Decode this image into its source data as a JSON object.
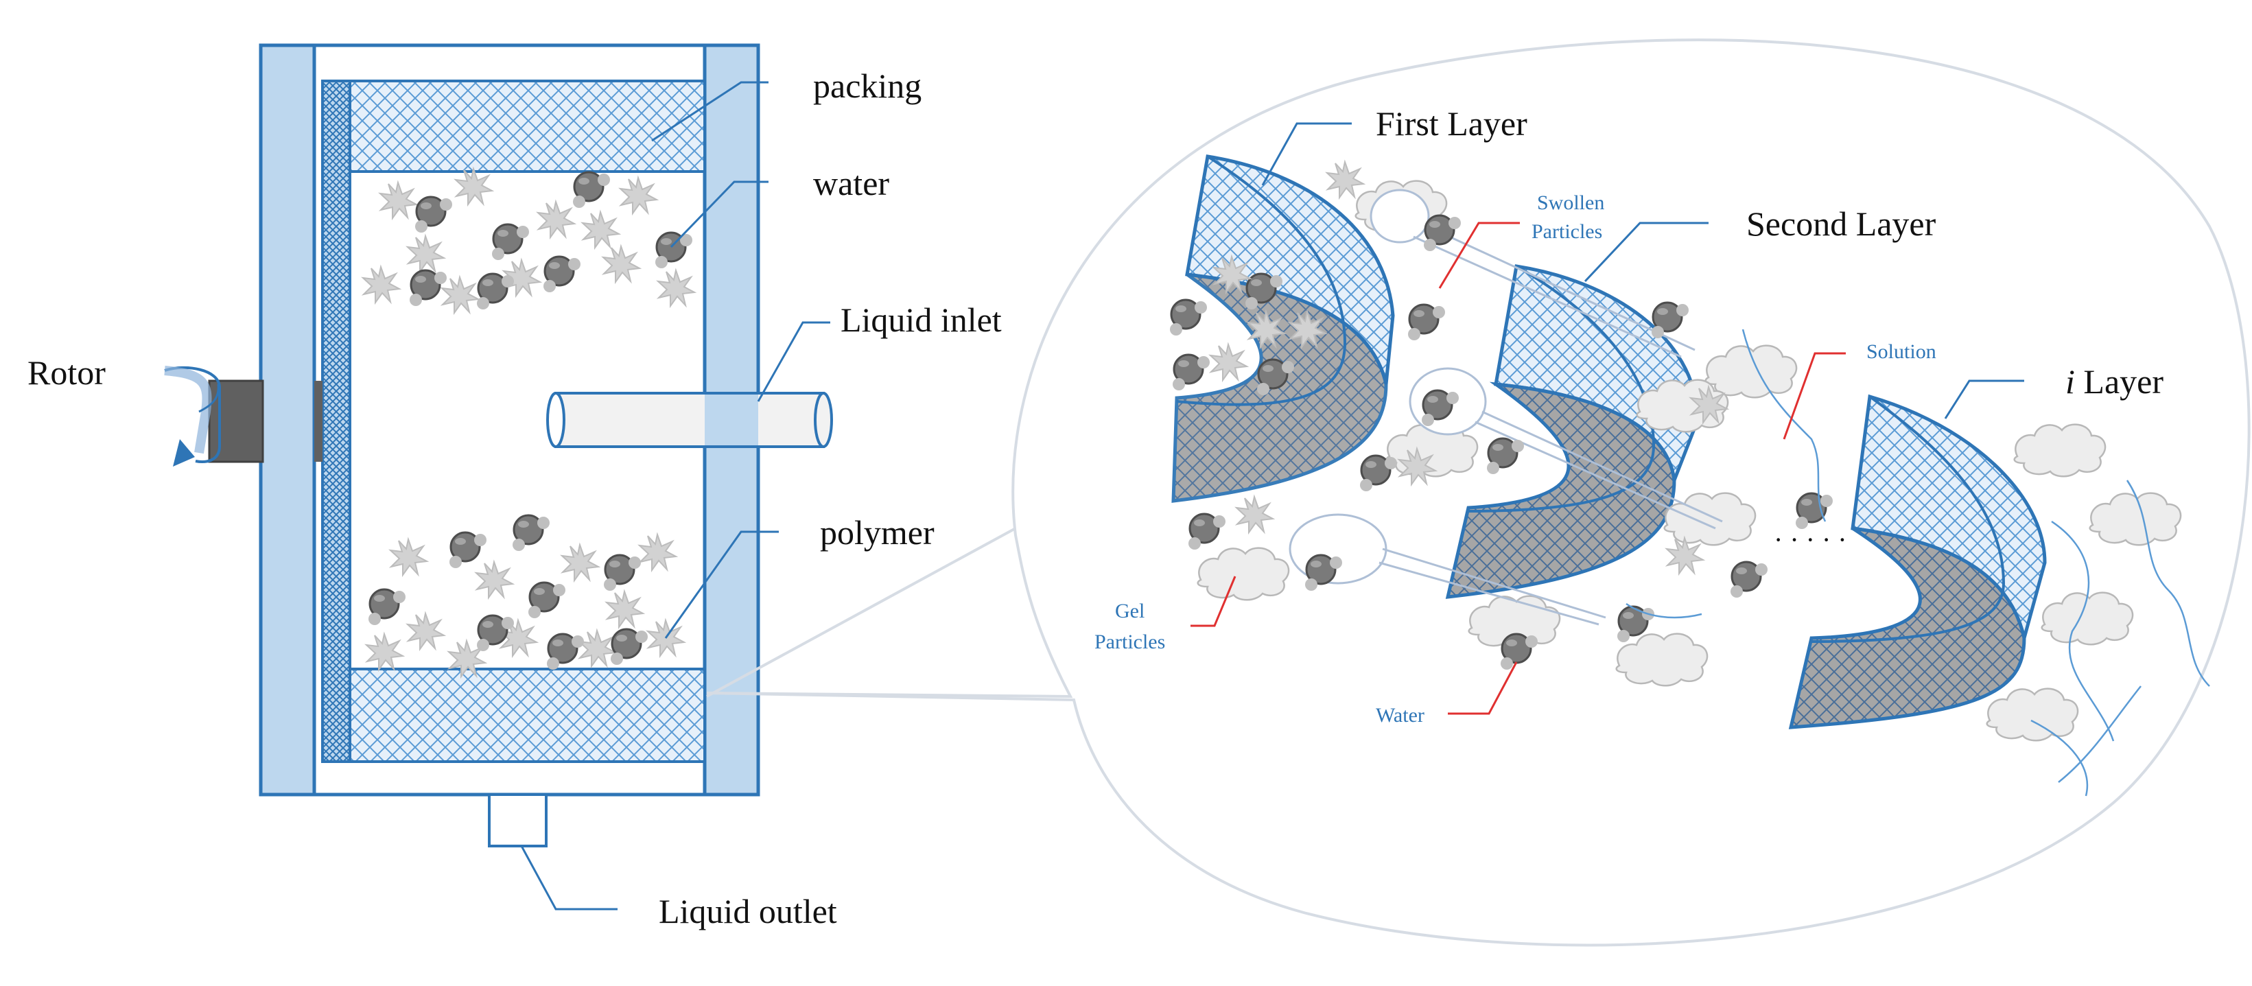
{
  "colors": {
    "frame_stroke": "#2e75b6",
    "frame_fill": "#bdd7ee",
    "packing_fill": "#ddebf7",
    "packing_mesh": "#5b9bd5",
    "particle_dark": "#7a7a7a",
    "particle_light": "#c8c8c8",
    "leader_red": "#e03030",
    "label_blue": "#2e75b6",
    "ellipse_stroke": "#d6dce4"
  },
  "icons": [
    "rotor-arrow-icon",
    "water-particle-icon",
    "polymer-particle-icon",
    "swollen-particle-icon",
    "gel-cloud-icon"
  ],
  "left_labels": {
    "packing": "packing",
    "water": "water",
    "liquid_inlet": "Liquid inlet",
    "rotor": "Rotor",
    "polymer": "polymer",
    "liquid_outlet": "Liquid outlet"
  },
  "zoom_labels": {
    "first_layer": "First Layer",
    "second_layer": "Second Layer",
    "i_layer_italic": "i",
    "i_layer_rest": " Layer",
    "swollen_line1": "Swollen",
    "swollen_line2": "Particles",
    "solution": "Solution",
    "gel_line1": "Gel",
    "gel_line2": "Particles",
    "water": "Water",
    "ellipsis": "· · · · ·"
  }
}
